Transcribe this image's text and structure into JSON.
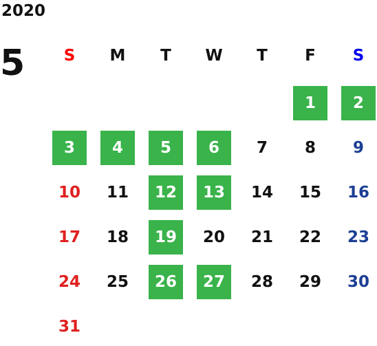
{
  "calendar": {
    "year": "2020",
    "month": "5",
    "weekdays": [
      {
        "label": "S",
        "color": "#ff0000"
      },
      {
        "label": "M",
        "color": "#111111"
      },
      {
        "label": "T",
        "color": "#111111"
      },
      {
        "label": "W",
        "color": "#111111"
      },
      {
        "label": "T",
        "color": "#111111"
      },
      {
        "label": "F",
        "color": "#111111"
      },
      {
        "label": "S",
        "color": "#0000ee"
      }
    ],
    "colors": {
      "sunday": "#e02020",
      "weekday": "#111111",
      "saturday": "#1c3f94",
      "highlight_bg": "#39b34a",
      "highlight_text": "#ffffff"
    },
    "first_weekday_index": 5,
    "days": [
      {
        "day": "1",
        "highlighted": true
      },
      {
        "day": "2",
        "highlighted": true
      },
      {
        "day": "3",
        "highlighted": true
      },
      {
        "day": "4",
        "highlighted": true
      },
      {
        "day": "5",
        "highlighted": true
      },
      {
        "day": "6",
        "highlighted": true
      },
      {
        "day": "7",
        "highlighted": false
      },
      {
        "day": "8",
        "highlighted": false
      },
      {
        "day": "9",
        "highlighted": false
      },
      {
        "day": "10",
        "highlighted": false
      },
      {
        "day": "11",
        "highlighted": false
      },
      {
        "day": "12",
        "highlighted": true
      },
      {
        "day": "13",
        "highlighted": true
      },
      {
        "day": "14",
        "highlighted": false
      },
      {
        "day": "15",
        "highlighted": false
      },
      {
        "day": "16",
        "highlighted": false
      },
      {
        "day": "17",
        "highlighted": false
      },
      {
        "day": "18",
        "highlighted": false
      },
      {
        "day": "19",
        "highlighted": true
      },
      {
        "day": "20",
        "highlighted": false
      },
      {
        "day": "21",
        "highlighted": false
      },
      {
        "day": "22",
        "highlighted": false
      },
      {
        "day": "23",
        "highlighted": false
      },
      {
        "day": "24",
        "highlighted": false
      },
      {
        "day": "25",
        "highlighted": false
      },
      {
        "day": "26",
        "highlighted": true
      },
      {
        "day": "27",
        "highlighted": true
      },
      {
        "day": "28",
        "highlighted": false
      },
      {
        "day": "29",
        "highlighted": false
      },
      {
        "day": "30",
        "highlighted": false
      },
      {
        "day": "31",
        "highlighted": false
      }
    ]
  }
}
